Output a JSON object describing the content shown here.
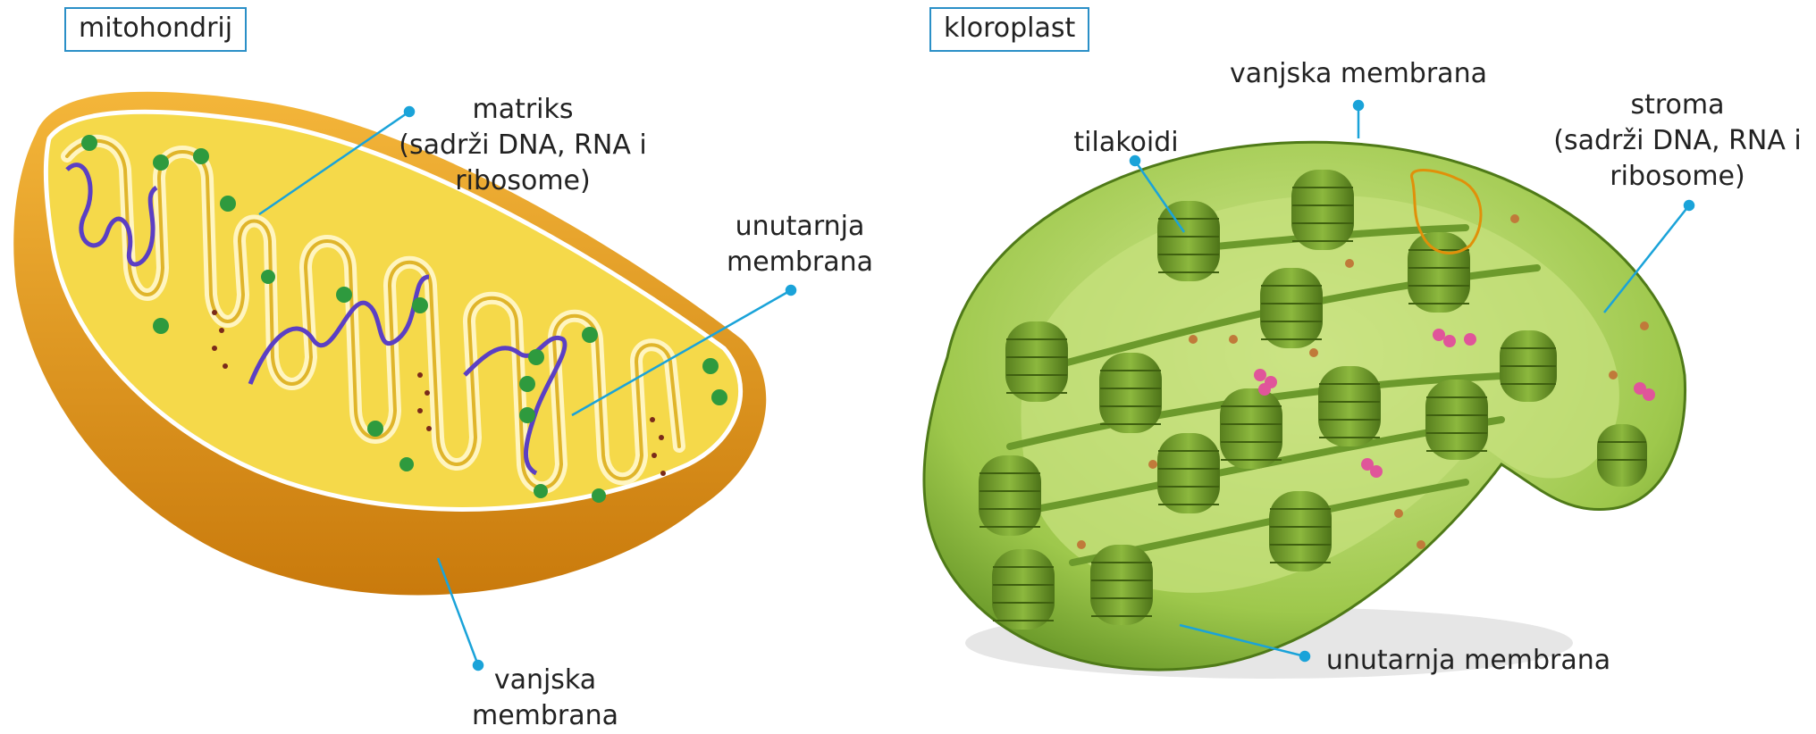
{
  "mitochondrion": {
    "title": "mitohondrij",
    "labels": {
      "matrix": [
        "matriks",
        "(sadrži DNA, RNA i",
        "ribosome)"
      ],
      "inner_membrane": [
        "unutarnja",
        "membrana"
      ],
      "outer_membrane": [
        "vanjska",
        "membrana"
      ]
    }
  },
  "chloroplast": {
    "title": "kloroplast",
    "labels": {
      "outer_membrane": "vanjska membrana",
      "thylakoids": "tilakoidi",
      "stroma": [
        "stroma",
        "(sadrži DNA, RNA i",
        "ribosome)"
      ],
      "inner_membrane": "unutarnja membrana"
    }
  },
  "colors": {
    "leader_line": "#1aa3d9",
    "title_border": "#2a8fc7",
    "mito_outer": "#e09a1a",
    "mito_inner": "#f2d02e",
    "dna": "#5b3fc4",
    "ribosome_green": "#2e9a3e",
    "chloro_body": "#8fbf3a",
    "thylakoid": "#6c9a2c"
  }
}
